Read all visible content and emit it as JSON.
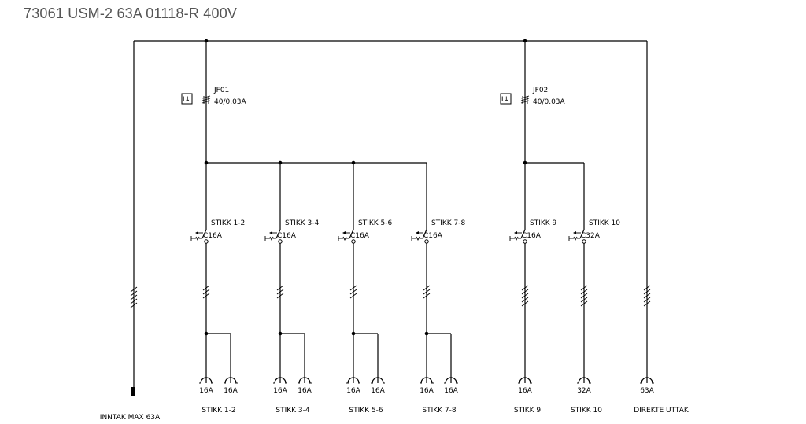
{
  "title": "73061 USM-2 63A 01118-R 400V",
  "incoming": {
    "label": "INNTAK MAX 63A"
  },
  "rcds": [
    {
      "id": "JF01",
      "rating": "40/0.03A",
      "symbol": "I↓"
    },
    {
      "id": "JF02",
      "rating": "40/0.03A",
      "symbol": "I↓"
    }
  ],
  "circuits": [
    {
      "name": "STIKK 1-2",
      "breaker": "C16A",
      "rcd": 0,
      "sockets": [
        "16A",
        "16A"
      ],
      "bottom_label": "STIKK 1-2"
    },
    {
      "name": "STIKK 3-4",
      "breaker": "C16A",
      "rcd": 0,
      "sockets": [
        "16A",
        "16A"
      ],
      "bottom_label": "STIKK 3-4"
    },
    {
      "name": "STIKK 5-6",
      "breaker": "C16A",
      "rcd": 0,
      "sockets": [
        "16A",
        "16A"
      ],
      "bottom_label": "STIKK 5-6"
    },
    {
      "name": "STIKK 7-8",
      "breaker": "C16A",
      "rcd": 0,
      "sockets": [
        "16A",
        "16A"
      ],
      "bottom_label": "STIKK 7-8"
    },
    {
      "name": "STIKK 9",
      "breaker": "C16A",
      "rcd": 1,
      "sockets": [
        "16A"
      ],
      "bottom_label": "STIKK 9"
    },
    {
      "name": "STIKK 10",
      "breaker": "C32A",
      "rcd": 1,
      "sockets": [
        "32A"
      ],
      "bottom_label": "STIKK 10"
    }
  ],
  "direct": {
    "socket": "63A",
    "label": "DIREKTE UTTAK"
  }
}
